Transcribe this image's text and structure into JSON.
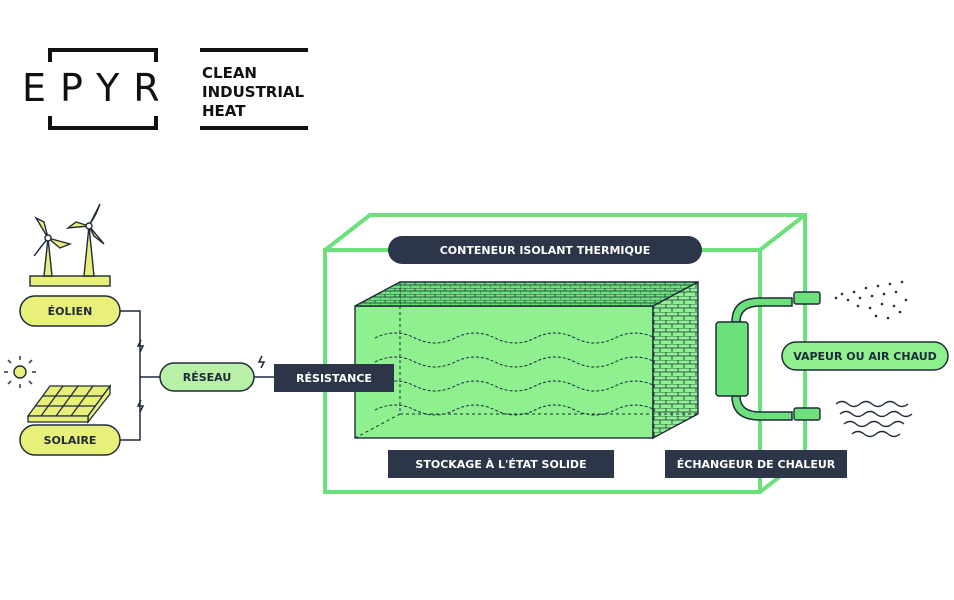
{
  "logo": {
    "wordmark": "EPYR",
    "tagline": "CLEAN\nINDUSTRIAL\nHEAT"
  },
  "labels": {
    "eolien": "ÉOLIEN",
    "solaire": "SOLAIRE",
    "reseau": "RÉSEAU",
    "resistance": "RÉSISTANCE",
    "conteneur": "CONTENEUR ISOLANT THERMIQUE",
    "stockage": "STOCKAGE À L'ÉTAT SOLIDE",
    "echangeur": "ÉCHANGEUR DE CHALEUR",
    "vapeur": "VAPEUR OU AIR CHAUD"
  },
  "colors": {
    "green": "#6ce07a",
    "green_light": "#8ef08f",
    "yellow": "#e9f07a",
    "dark": "#2d3648",
    "outline": "#1f2a3a"
  },
  "icons": [
    "wind-turbine-icon",
    "sun-icon",
    "solar-panel-icon",
    "lightning-icon"
  ]
}
